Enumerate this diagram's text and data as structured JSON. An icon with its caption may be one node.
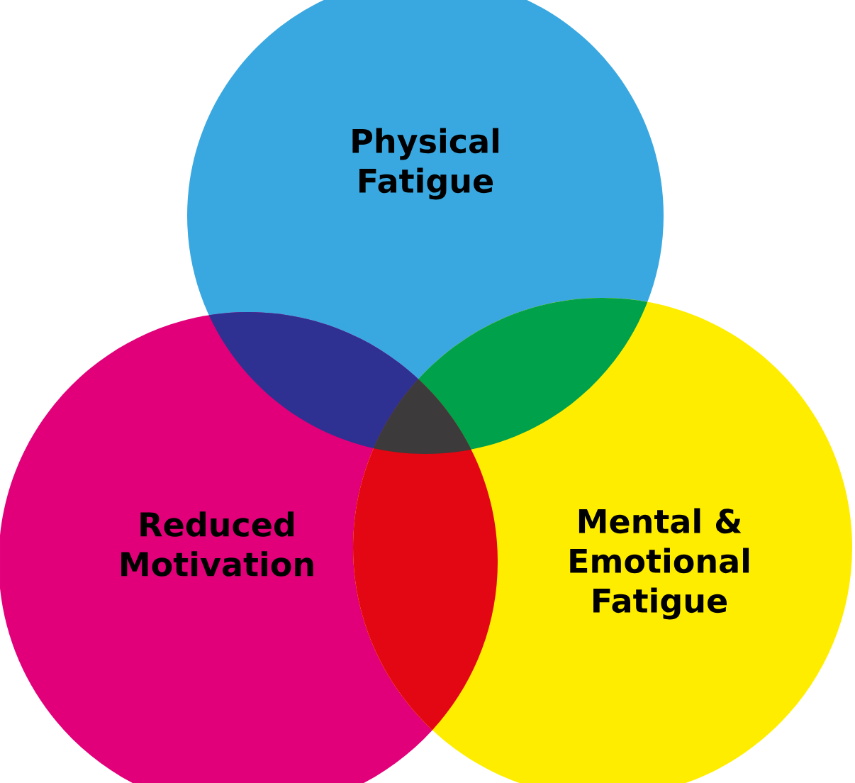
{
  "diagram": {
    "nodes": [
      {
        "text": [
          "Physical Fatigue"
        ]
      },
      {
        "text": [
          "Reduced Motivation"
        ]
      },
      {
        "text": [
          "Mental & Emotional Fatigue"
        ]
      }
    ]
  }
}
